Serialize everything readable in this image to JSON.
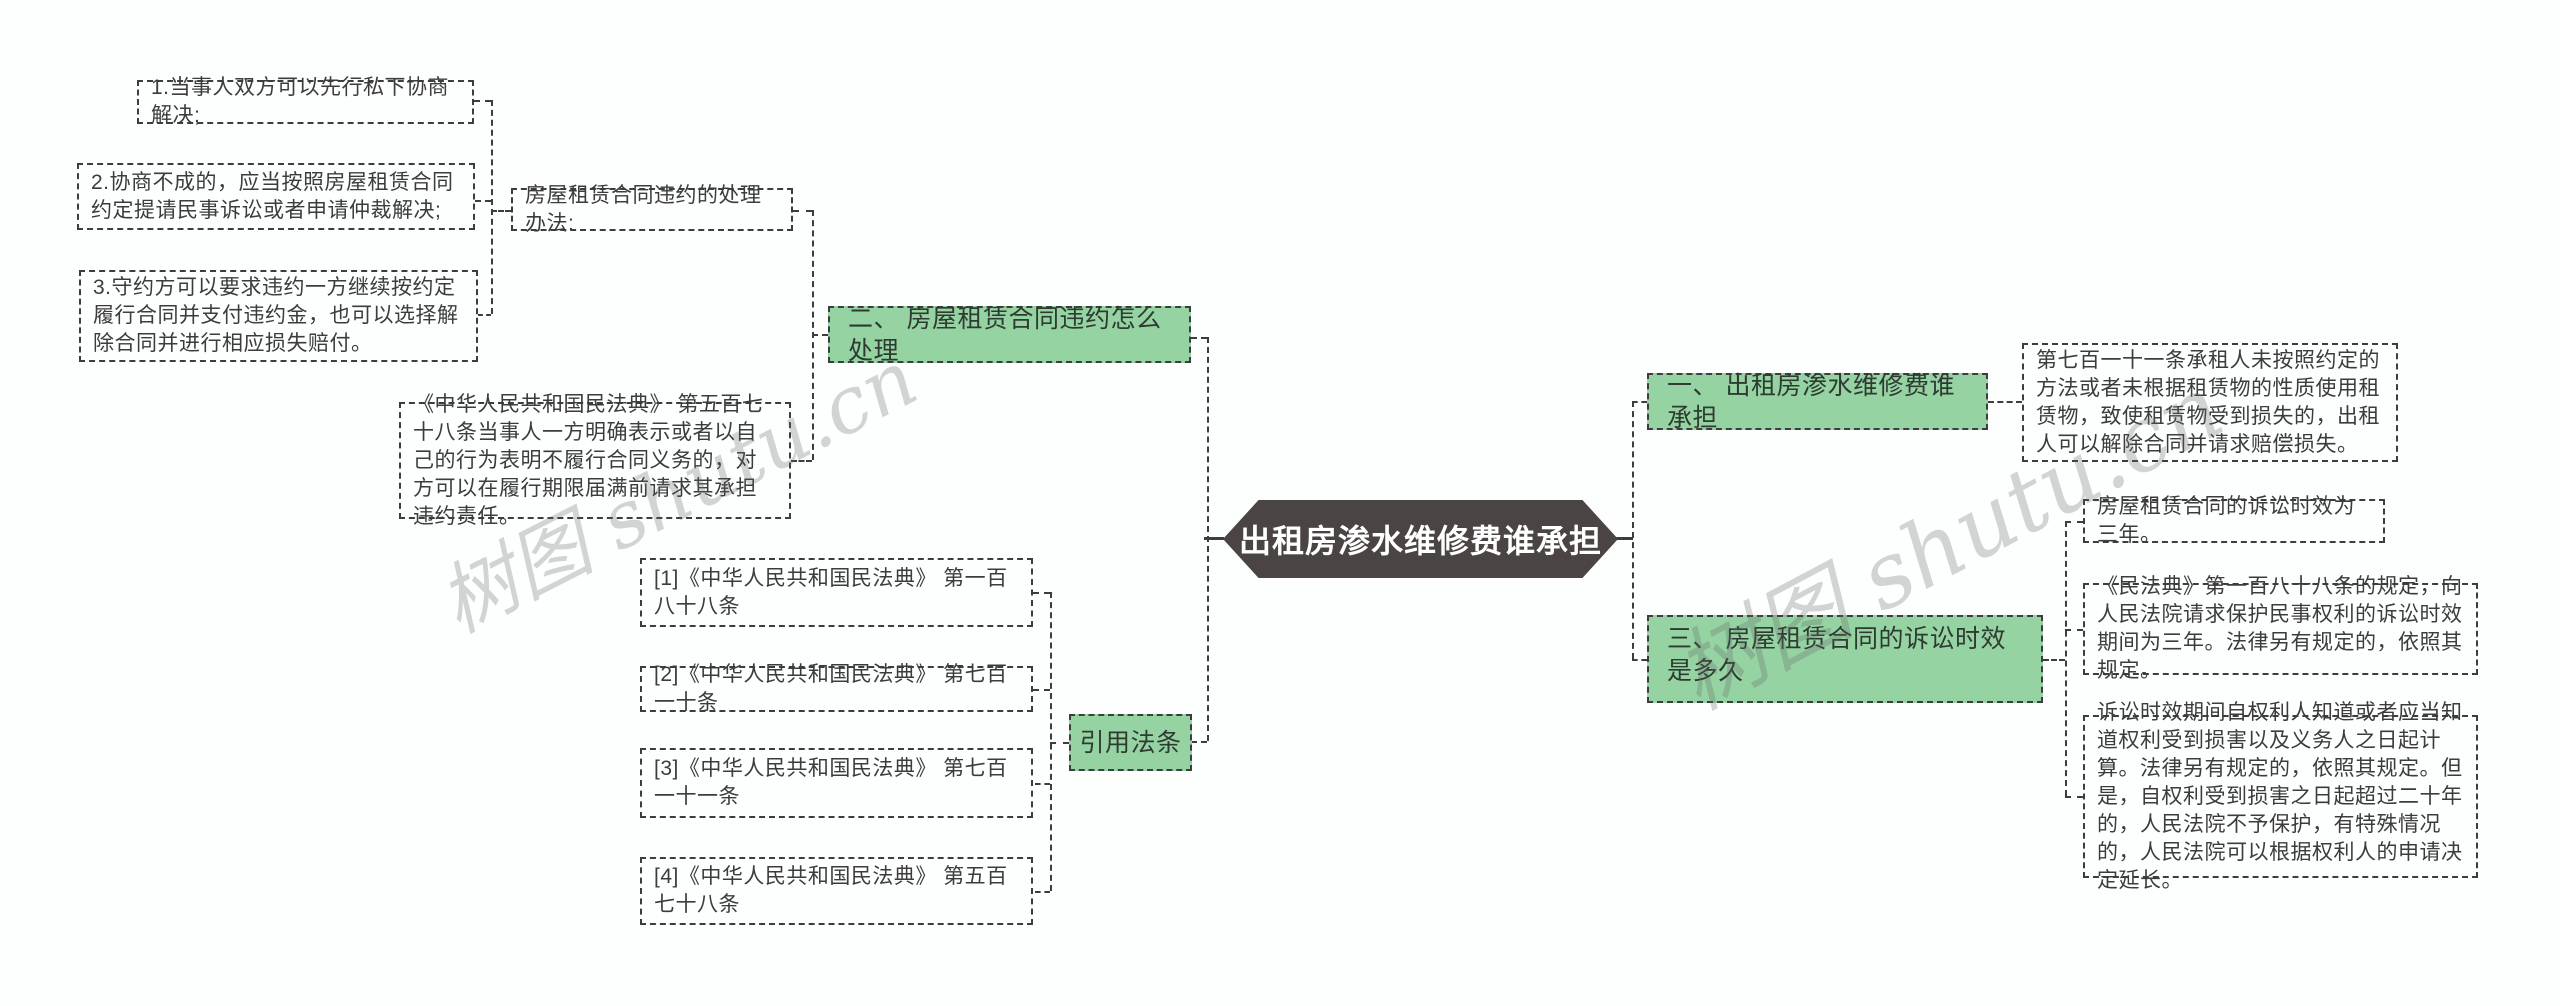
{
  "map": {
    "root": "出租房渗水维修费谁承担",
    "branch1": {
      "label": "一、 出租房渗水维修费谁承担",
      "law": "第七百一十一条承租人未按照约定的方法或者未根据租赁物的性质使用租赁物，致使租赁物受到损失的，出租人可以解除合同并请求赔偿损失。"
    },
    "branch2": {
      "label": "二、 房屋租赁合同违约怎么处理",
      "method_label": "房屋租赁合同违约的处理办法:",
      "steps": [
        "1.当事人双方可以先行私下协商解决;",
        "2.协商不成的，应当按照房屋租赁合同约定提请民事诉讼或者申请仲裁解决;",
        "3.守约方可以要求违约一方继续按约定履行合同并支付违约金，也可以选择解除合同并进行相应损失赔付。"
      ],
      "law": "《中华人民共和国民法典》 第五百七十八条当事人一方明确表示或者以自己的行为表明不履行合同义务的，对方可以在履行期限届满前请求其承担违约责任。"
    },
    "branch3": {
      "label": "三、 房屋租赁合同的诉讼时效是多久",
      "notes": [
        "房屋租赁合同的诉讼时效为三年。",
        "《民法典》第一百八十八条的规定，向人民法院请求保护民事权利的诉讼时效期间为三年。法律另有规定的，依照其规定。",
        "诉讼时效期间自权利人知道或者应当知道权利受到损害以及义务人之日起计算。法律另有规定的，依照其规定。但是，自权利受到损害之日起超过二十年的，人民法院不予保护，有特殊情况的，人民法院可以根据权利人的申请决定延长。"
      ]
    },
    "citations": {
      "label": "引用法条",
      "items": [
        "[1]《中华人民共和国民法典》 第一百八十八条",
        "[2]《中华人民共和国民法典》 第七百一十条",
        "[3]《中华人民共和国民法典》 第七百一十一条",
        "[4]《中华人民共和国民法典》 第五百七十八条"
      ]
    }
  },
  "colors": {
    "green_fill": "#95d3a2",
    "root_fill": "#4a4543",
    "root_text": "#ffffff",
    "border": "#3d3d3d",
    "text": "#3c3c3c",
    "background": "#fcfffe"
  },
  "watermark": {
    "text": "树图 shutu.cn"
  }
}
